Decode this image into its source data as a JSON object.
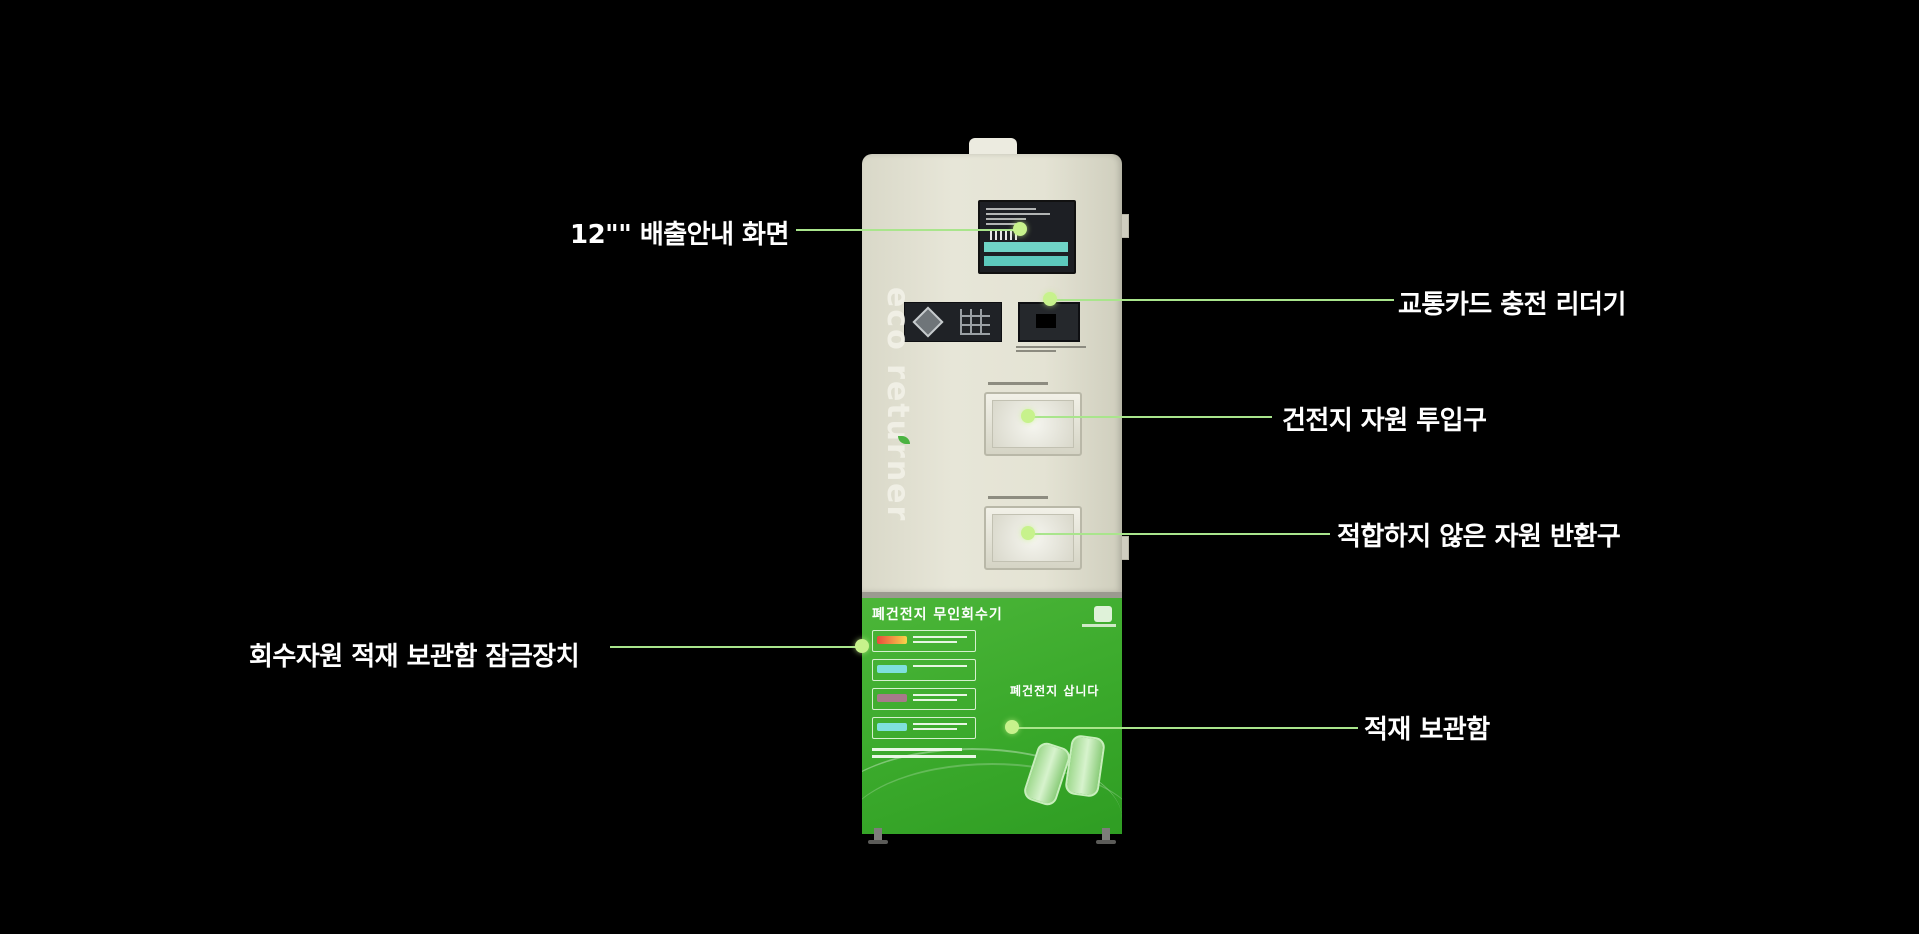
{
  "callouts": [
    {
      "id": "screen",
      "label": "12\"\"  배출안내 화면"
    },
    {
      "id": "card",
      "label": "교통카드 충전 리더기"
    },
    {
      "id": "input",
      "label": "건전지 자원 투입구"
    },
    {
      "id": "return",
      "label": "적합하지 않은 자원 반환구"
    },
    {
      "id": "lock",
      "label": "회수자원 적재 보관함 잠금장치"
    },
    {
      "id": "storage",
      "label": "적재 보관함"
    }
  ],
  "machine": {
    "brand": "eco returner",
    "lower_title": "폐건전지 무인회수기",
    "lower_slogan": "폐건전지 삽니다"
  },
  "colors": {
    "background": "#000000",
    "body": "#e4e3d4",
    "panel_green": "#3aa92b",
    "accent_line": "#a9e58c",
    "dot": "#c7f28c"
  }
}
